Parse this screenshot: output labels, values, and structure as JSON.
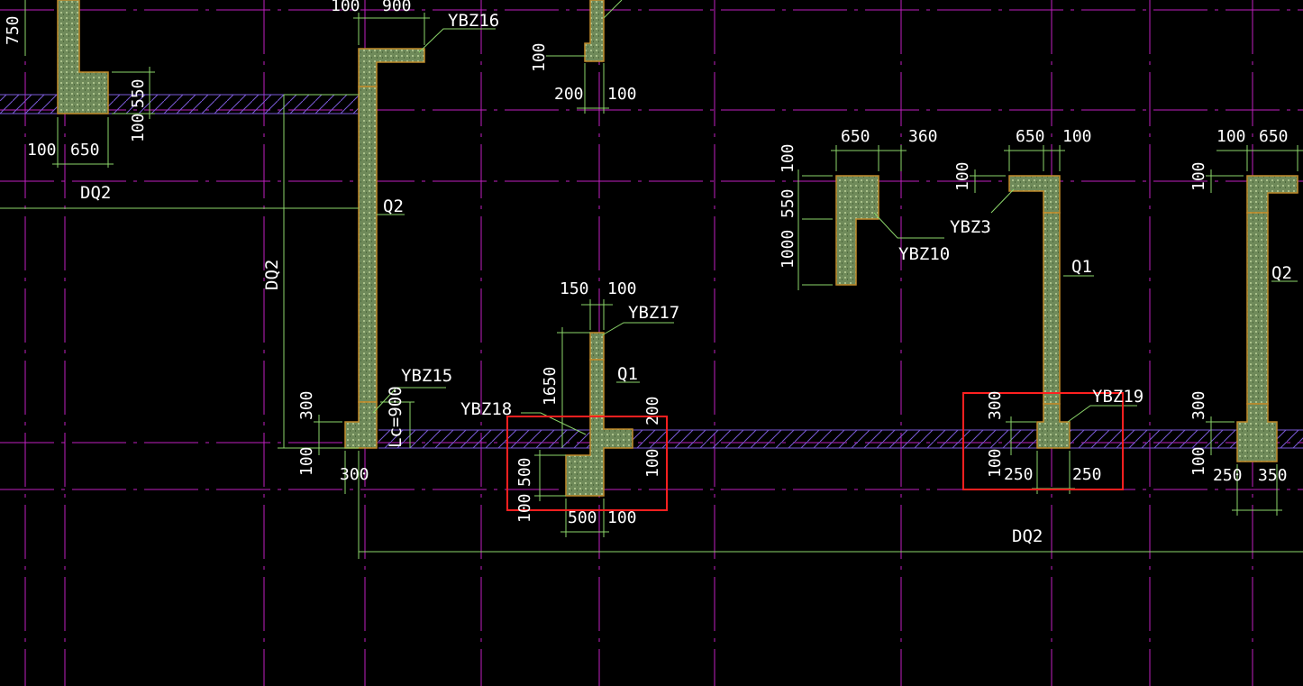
{
  "drawing": {
    "colors": {
      "background": "#000000",
      "axis": "#c020c0",
      "axis_minor": "#c020c0",
      "dimension": "#8cd66a",
      "wall_fill": "#8aa070",
      "wall_edge": "#c08a2a",
      "hatch": "#7a5ad6",
      "text": "#ffffff",
      "highlight": "#ff2020"
    },
    "labels": {
      "ybz16": "YBZ16",
      "ybz17": "YBZ17",
      "ybz15": "YBZ15",
      "ybz18": "YBZ18",
      "ybz3": "YBZ3",
      "ybz10": "YBZ10",
      "ybz19": "YBZ19",
      "q1_a": "Q1",
      "q1_b": "Q1",
      "q2_a": "Q2",
      "q2_b": "Q2",
      "dq2_a": "DQ2",
      "dq2_b": "DQ2",
      "dq2_c": "DQ2",
      "lc": "Lc=900"
    },
    "dims": {
      "d750": "750",
      "d100_a": "100",
      "d900": "900",
      "d550_a": "550",
      "d100_b": "100",
      "d100_c": "100",
      "d650_a": "650",
      "d100_top": "100",
      "d200": "200",
      "d100_d": "100",
      "d650_b": "650",
      "d360": "360",
      "d100_e": "100",
      "d550_b": "550",
      "d1000": "1000",
      "d650_c": "650",
      "d100_f": "100",
      "d100_g": "100",
      "d100_h": "100",
      "d650_d": "650",
      "d100_i": "100",
      "d150": "150",
      "d100_j": "100",
      "d1650": "1650",
      "d300_a": "300",
      "d100_k": "100",
      "d300_b": "300",
      "d200_b": "200",
      "d500_a": "500",
      "d100_l": "100",
      "d100_m": "100",
      "d500_b": "500",
      "d100_n": "100",
      "d300_c": "300",
      "d100_o": "100",
      "d250_a": "250",
      "d250_b": "250",
      "d300_d": "300",
      "d100_p": "100",
      "d250_c": "250",
      "d350": "350"
    }
  }
}
